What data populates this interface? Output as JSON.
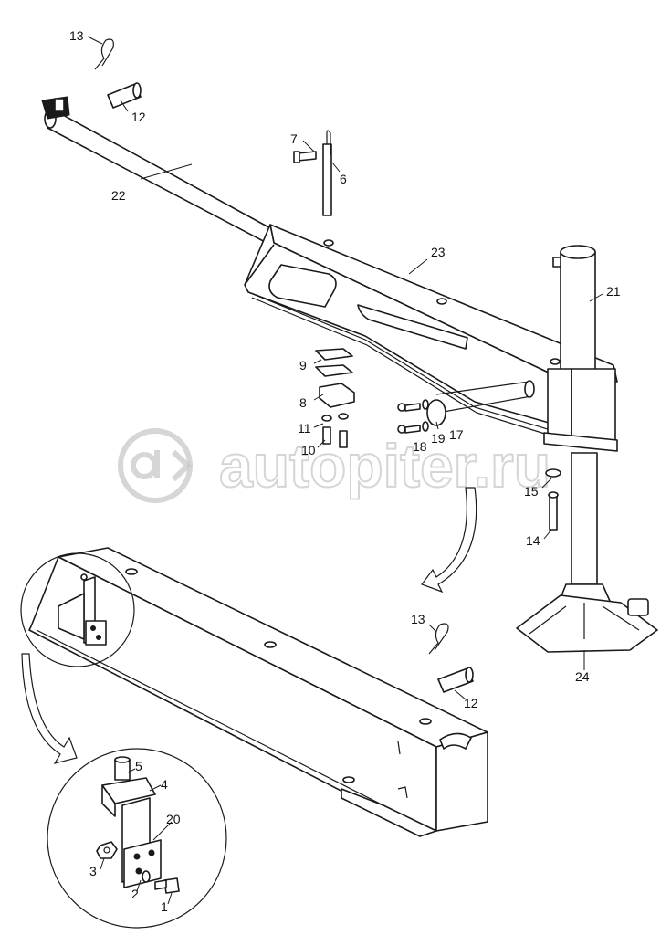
{
  "watermark": {
    "text": "autopiter.ru"
  },
  "callouts": [
    {
      "id": "c1",
      "label": "1"
    },
    {
      "id": "c2",
      "label": "2"
    },
    {
      "id": "c3",
      "label": "3"
    },
    {
      "id": "c4",
      "label": "4"
    },
    {
      "id": "c5",
      "label": "5"
    },
    {
      "id": "c6",
      "label": "6"
    },
    {
      "id": "c7",
      "label": "7"
    },
    {
      "id": "c8",
      "label": "8"
    },
    {
      "id": "c9",
      "label": "9"
    },
    {
      "id": "c10",
      "label": "10"
    },
    {
      "id": "c11",
      "label": "11"
    },
    {
      "id": "c12a",
      "label": "12"
    },
    {
      "id": "c12b",
      "label": "12"
    },
    {
      "id": "c13a",
      "label": "13"
    },
    {
      "id": "c13b",
      "label": "13"
    },
    {
      "id": "c14",
      "label": "14"
    },
    {
      "id": "c15",
      "label": "15"
    },
    {
      "id": "c17",
      "label": "17"
    },
    {
      "id": "c18",
      "label": "18"
    },
    {
      "id": "c19",
      "label": "19"
    },
    {
      "id": "c20",
      "label": "20"
    },
    {
      "id": "c21",
      "label": "21"
    },
    {
      "id": "c22",
      "label": "22"
    },
    {
      "id": "c23",
      "label": "23"
    },
    {
      "id": "c24",
      "label": "24"
    }
  ]
}
